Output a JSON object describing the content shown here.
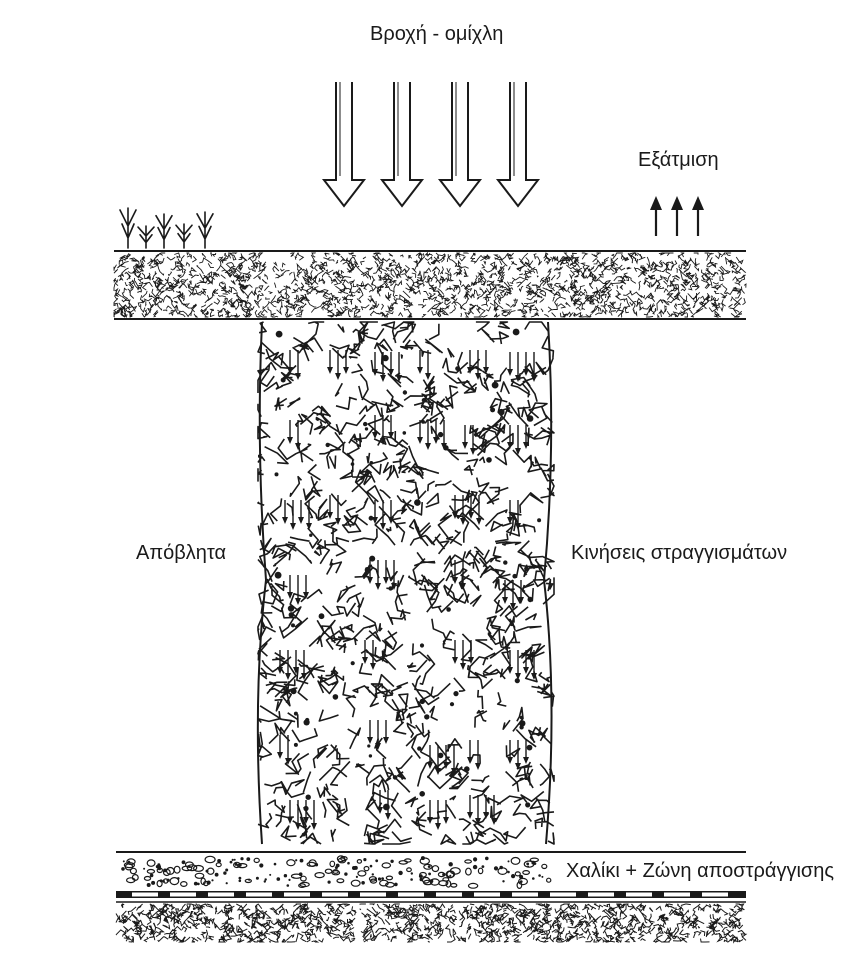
{
  "labels": {
    "rain_fog": "Βροχή - ομίχλη",
    "evaporation": "Εξάτμιση",
    "waste": "Απόβλητα",
    "leachate_movement": "Κινήσεις στραγγισμάτων",
    "gravel_drainage": "Χαλίκι + Ζώνη αποστράγγισης"
  },
  "colors": {
    "ink": "#1a1a1a",
    "paper": "#ffffff"
  },
  "icons": {
    "rain": "hollow-down-arrow",
    "evaporation": "up-arrow",
    "vegetation": "plant-sprig",
    "leachate": "down-arrow"
  }
}
